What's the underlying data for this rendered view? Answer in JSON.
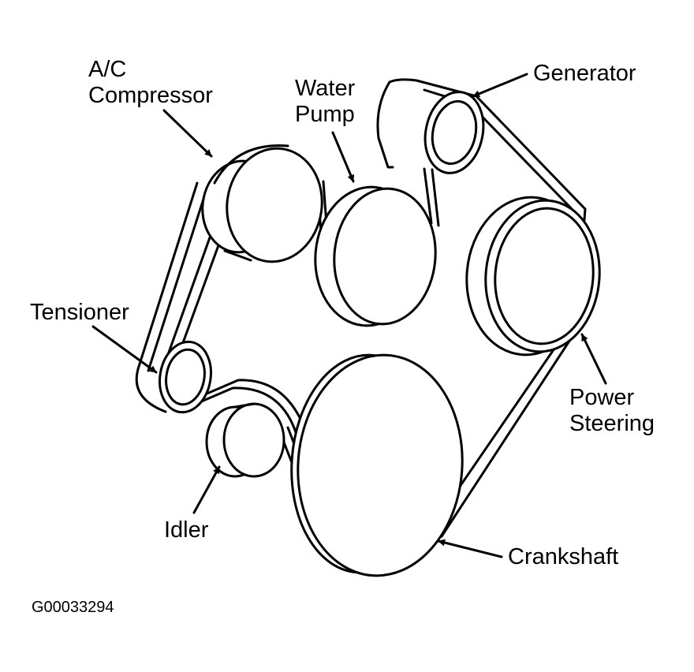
{
  "labels": {
    "ac_compressor_line1": "A/C",
    "ac_compressor_line2": "Compressor",
    "water_pump_line1": "Water",
    "water_pump_line2": "Pump",
    "generator": "Generator",
    "tensioner": "Tensioner",
    "power_steering_line1": "Power",
    "power_steering_line2": "Steering",
    "idler": "Idler",
    "crankshaft": "Crankshaft"
  },
  "figure_id": "G00033294",
  "colors": {
    "ink": "#000000",
    "paper": "#ffffff"
  }
}
